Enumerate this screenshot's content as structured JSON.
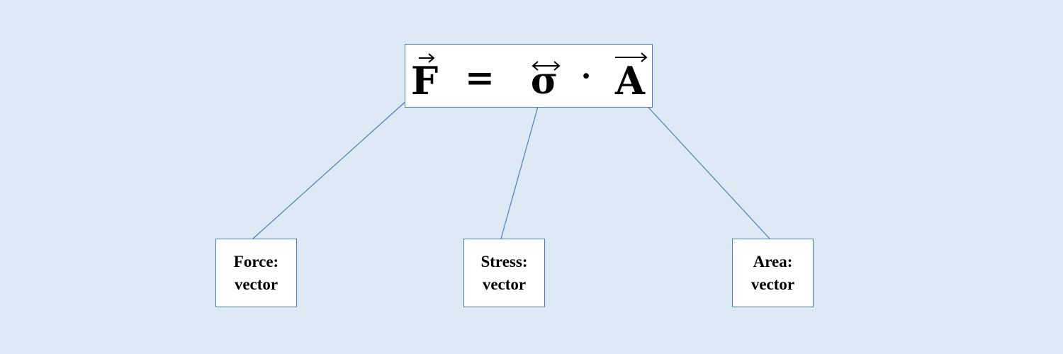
{
  "equation": {
    "lhs": "F",
    "equals": "=",
    "tensor": "σ",
    "operator": "·",
    "rhs": "A",
    "accents": {
      "lhs": "vector-arrow-icon",
      "tensor": "double-arrow-icon",
      "rhs": "vector-arrow-icon"
    }
  },
  "labels": [
    {
      "term": "Force:",
      "kind": "vector"
    },
    {
      "term": "Stress:",
      "kind": "vector"
    },
    {
      "term": "Area:",
      "kind": "vector"
    }
  ],
  "colors": {
    "background": "#dde9f5",
    "border": "#4a7ebb",
    "connector": "#4a7ebb"
  }
}
